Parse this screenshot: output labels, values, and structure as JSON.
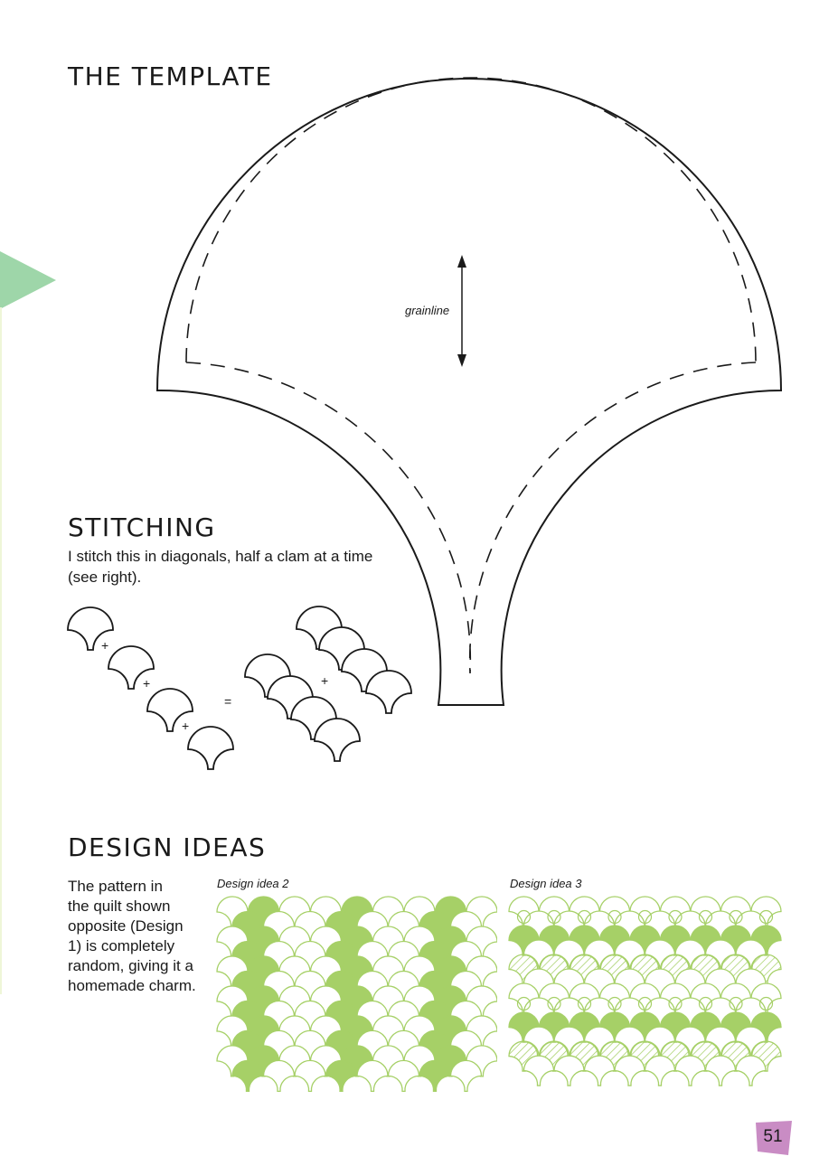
{
  "sections": {
    "template": {
      "heading": "THE TEMPLATE",
      "grainline_label": "grainline"
    },
    "stitching": {
      "heading": "STITCHING",
      "body_line1": "I stitch this in diagonals, half a clam at a time",
      "body_line2": "(see right).",
      "plus": "+",
      "equals": "="
    },
    "design_ideas": {
      "heading": "DESIGN IDEAS",
      "body_lines": [
        "The pattern in",
        "the quilt shown",
        "opposite (Design",
        "1) is completely",
        "random, giving it a",
        "homemade charm."
      ],
      "caption_2": "Design idea 2",
      "caption_3": "Design idea 3"
    }
  },
  "page_number": "51",
  "colors": {
    "accent_green": "#a6d067",
    "tab_green": "#9ed6a9",
    "badge_purple": "#c98cc4",
    "ink": "#1a1a1a"
  }
}
